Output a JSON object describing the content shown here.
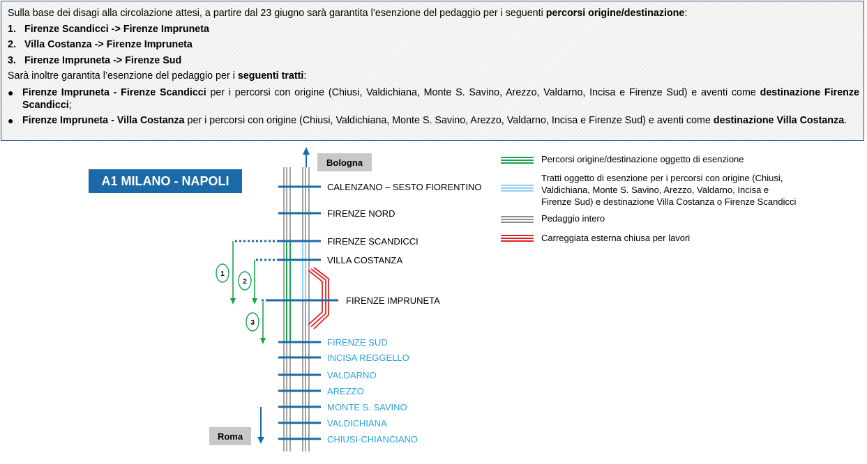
{
  "notice": {
    "intro_prefix": "Sulla base dei disagi alla circolazione attesi, a partire dal 23 giugno sarà garantita l’esenzione del pedaggio per i seguenti ",
    "intro_bold": "percorsi origine/destinazione",
    "intro_suffix": ":",
    "routes": [
      {
        "num": "1.",
        "text": "Firenze Scandicci -> Firenze Impruneta"
      },
      {
        "num": "2.",
        "text": "Villa Costanza -> Firenze Impruneta"
      },
      {
        "num": "3.",
        "text": "Firenze Impruneta -> Firenze Sud"
      }
    ],
    "tratti_prefix": "Sarà inoltre garantita l’esenzione del pedaggio per i ",
    "tratti_bold": "seguenti tratti",
    "tratti_suffix": ":",
    "bullets": [
      {
        "bold": "Firenze Impruneta - Firenze Scandicci",
        "text": " per i percorsi con origine (Chiusi, Valdichiana, Monte S. Savino, Arezzo, Valdarno, Incisa e Firenze Sud) e aventi come ",
        "dest_bold": "destinazione Firenze Scandicci",
        "end": ";"
      },
      {
        "bold": "Firenze Impruneta - Villa Costanza",
        "text": " per i percorsi con origine (Chiusi, Valdichiana, Monte S. Savino, Arezzo, Valdarno, Incisa e Firenze Sud) e aventi come ",
        "dest_bold": "destinazione Villa Costanza",
        "end": "."
      }
    ]
  },
  "diagram": {
    "highway_title": "A1 MILANO - NAPOLI",
    "north_label": "Bologna",
    "south_label": "Roma",
    "stations": [
      {
        "name": "CALENZANO – SESTO FIORENTINO",
        "color": "#000000"
      },
      {
        "name": "FIRENZE NORD",
        "color": "#000000"
      },
      {
        "name": "FIRENZE SCANDICCI",
        "color": "#000000"
      },
      {
        "name": "VILLA COSTANZA",
        "color": "#000000"
      },
      {
        "name": "FIRENZE IMPRUNETA",
        "color": "#000000"
      },
      {
        "name": "FIRENZE SUD",
        "color": "#2aa3dc"
      },
      {
        "name": "INCISA REGGELLO",
        "color": "#2aa3dc"
      },
      {
        "name": "VALDARNO",
        "color": "#2aa3dc"
      },
      {
        "name": "AREZZO",
        "color": "#2aa3dc"
      },
      {
        "name": "MONTE S. SAVINO",
        "color": "#2aa3dc"
      },
      {
        "name": "VALDICHIANA",
        "color": "#2aa3dc"
      },
      {
        "name": "CHIUSI-CHIANCIANO",
        "color": "#2aa3dc"
      }
    ],
    "route_numbers": [
      "1",
      "2",
      "3"
    ],
    "legend": [
      {
        "label": "Percorsi origine/destinazione oggetto di esenzione",
        "color": "#1aa34a"
      },
      {
        "label": "Tratti oggetto di esenzione per i percorsi con origine (Chiusi, Valdichiana, Monte S. Savino, Arezzo, Valdarno, Incisa e Firenze Sud) e destinazione Villa Costanza o Firenze Scandicci",
        "color": "#8ecff5"
      },
      {
        "label": "Pedaggio intero",
        "color": "#8c8c8c"
      },
      {
        "label": "Carreggiata esterna chiusa per lavori",
        "color": "#e02020"
      }
    ],
    "colors": {
      "title_bg": "#1a6aa8",
      "station_bar": "#1a6aa8",
      "green": "#1aa34a",
      "light_blue": "#8ecff5",
      "grey": "#8c8c8c",
      "red": "#e02020",
      "label_box": "#c8c8c8"
    }
  }
}
